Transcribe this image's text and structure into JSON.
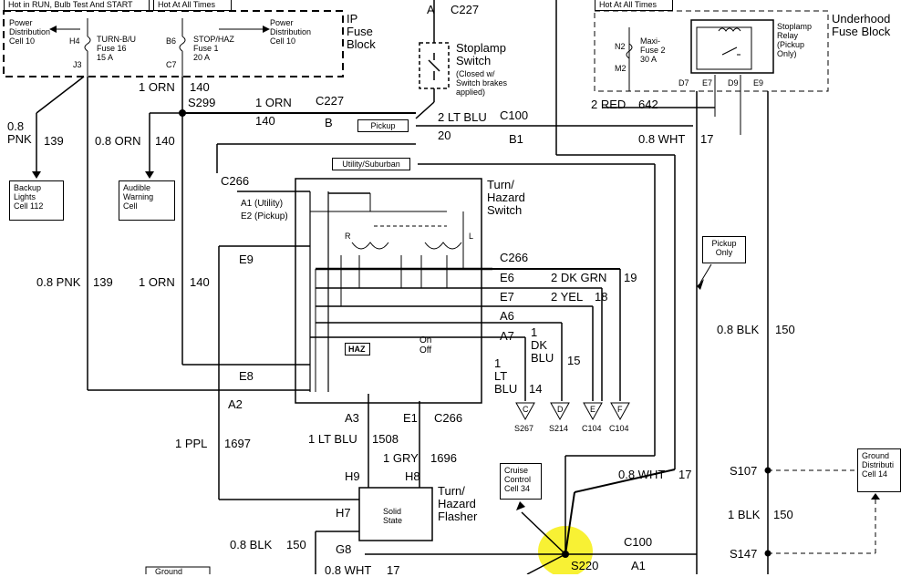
{
  "header": {
    "hot_run": "Hot in RUN, Bulb Test And START",
    "hot_all_left": "Hot At All Times",
    "hot_all_right": "Hot At All Times"
  },
  "ip_fuse_block": {
    "title": "IP\nFuse\nBlock",
    "power_dist_left": "Power\nDistribution\nCell 10",
    "power_dist_right": "Power\nDistribution\nCell 10",
    "turn_fuse": "TURN-B/U\nFuse 16\n15 A",
    "stop_fuse": "STOP/HAZ\nFuse 1\n20 A",
    "h4": "H4",
    "j3": "J3",
    "b6": "B6",
    "c7": "C7"
  },
  "underhood_fuse_block": {
    "title": "Underhood\nFuse Block",
    "maxi_fuse": "Maxi-\nFuse 2\n30 A",
    "n2": "N2",
    "m2": "M2",
    "relay": "Stoplamp\nRelay\n(Pickup\nOnly)",
    "d7": "D7",
    "e7": "E7",
    "d9": "D9",
    "e9": "E9"
  },
  "stoplamp": {
    "a": "A",
    "c227_top": "C227",
    "title": "Stoplamp\nSwitch",
    "note": "(Closed w/\nSwitch brakes\napplied)"
  },
  "wires": {
    "orn_140_a": "1 ORN",
    "orn_140_a_num": "140",
    "s299": "S299",
    "orn_140_b": "1 ORN",
    "orn_140_b_num": "140",
    "c227": "C227",
    "b": "B",
    "pnk_139_a": "0.8\nPNK",
    "pnk_139_a_num": "139",
    "orn_08": "0.8 ORN",
    "orn_08_num": "140",
    "red_642": "2 RED",
    "red_642_num": "642",
    "lt_blu_20": "2 LT BLU",
    "lt_blu_20_num": "20",
    "c100_top": "C100",
    "b1": "B1",
    "wht_17_top": "0.8 WHT",
    "wht_17_top_num": "17",
    "pnk_139_b": "0.8 PNK",
    "pnk_139_b_num": "139",
    "orn_140_c": "1 ORN",
    "orn_140_c_num": "140",
    "blk_150_right": "0.8 BLK",
    "blk_150_right_num": "150",
    "dk_grn": "2 DK GRN",
    "dk_grn_num": "19",
    "yel": "2 YEL",
    "yel_num": "18",
    "dk_blu": "1\nDK\nBLU",
    "dk_blu_num": "15",
    "lt_blu_14": "1\nLT\nBLU",
    "lt_blu_14_num": "14",
    "ppl": "1 PPL",
    "ppl_num": "1697",
    "lt_blu_1508": "1 LT BLU",
    "lt_blu_1508_num": "1508",
    "gry": "1 GRY",
    "gry_num": "1696",
    "wht_17_mid": "0.8 WHT",
    "wht_17_mid_num": "17",
    "blk_150_bottom_left": "0.8 BLK",
    "blk_150_bottom_left_num": "150",
    "wht_bottom": "0.8 WHT",
    "wht_bottom_num": "17",
    "blk_150_right_low": "1 BLK",
    "blk_150_right_low_num": "150",
    "c100_bottom": "C100",
    "a1": "A1"
  },
  "tags": {
    "pickup": "Pickup",
    "utility": "Utility/Suburban",
    "pickup_only": "Pickup\nOnly"
  },
  "turn_hazard_switch": {
    "title": "Turn/\nHazard\nSwitch",
    "c266_top": "C266",
    "a1_utility": "A1 (Utility)",
    "e2_pickup": "E2 (Pickup)",
    "e9": "E9",
    "e8": "E8",
    "a2": "A2",
    "c266_right": "C266",
    "e6": "E6",
    "e7": "E7",
    "a6": "A6",
    "a7": "A7",
    "r": "R",
    "l": "L",
    "haz": "HAZ",
    "on": "On",
    "off": "Off",
    "a3": "A3",
    "e1": "E1",
    "c266_bottom": "C266"
  },
  "flasher": {
    "title": "Turn/\nHazard\nFlasher",
    "solid_state": "Solid\nState",
    "h9": "H9",
    "h8": "H8",
    "h7": "H7",
    "g8": "G8"
  },
  "terminals": [
    {
      "letter": "C",
      "label": "S267"
    },
    {
      "letter": "D",
      "label": "S214"
    },
    {
      "letter": "E",
      "label": "C104"
    },
    {
      "letter": "F",
      "label": "C104"
    }
  ],
  "boxes": {
    "backup_lights": "Backup\nLights\nCell 112",
    "audible_warning": "Audible\nWarning\nCell",
    "cruise_control": "Cruise\nControl\nCell 34",
    "ground_dist": "Ground\nDistributi\nCell 14",
    "ground_bottom": "Ground"
  },
  "splices": {
    "s220": "S220",
    "s107": "S107",
    "s147": "S147"
  },
  "colors": {
    "highlight": "#f7f01e",
    "line": "#000000"
  }
}
